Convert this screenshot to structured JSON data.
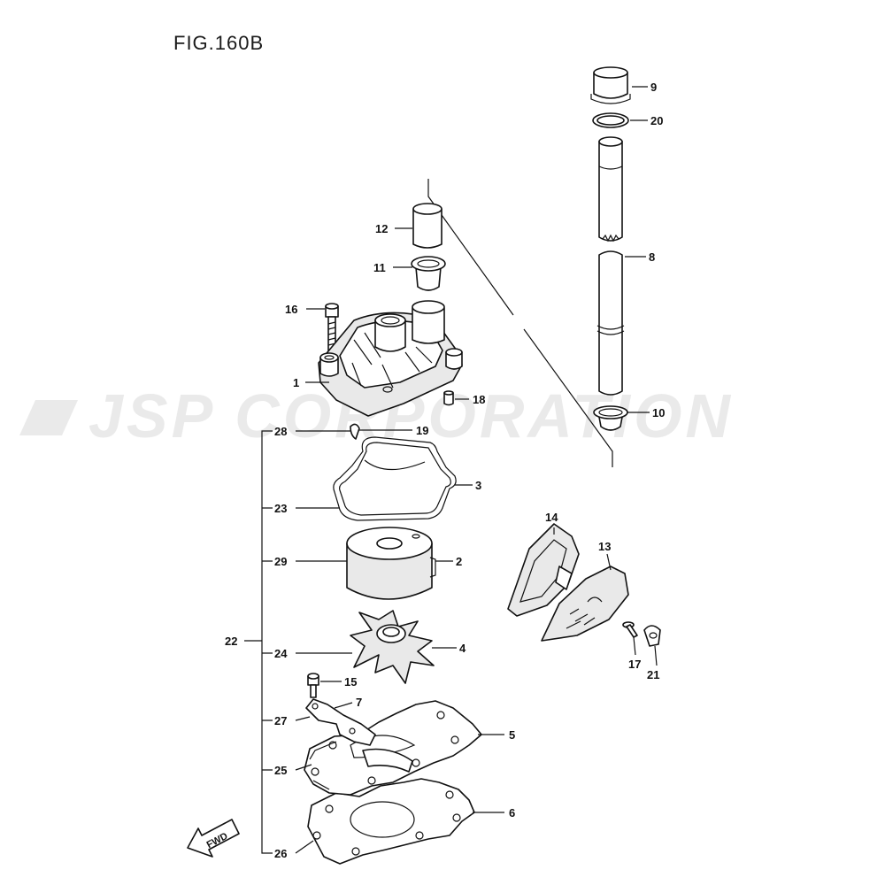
{
  "figure": {
    "title": "FIG.160B"
  },
  "watermark": {
    "text": "JSP CORPORATION",
    "color": "#d9d9d9"
  },
  "fwd_label": "FWD",
  "callouts": {
    "p1": "1",
    "p2": "2",
    "p3": "3",
    "p4": "4",
    "p5": "5",
    "p6": "6",
    "p7": "7",
    "p8": "8",
    "p9": "9",
    "p10": "10",
    "p11": "11",
    "p12": "12",
    "p13": "13",
    "p14": "14",
    "p15": "15",
    "p16": "16",
    "p17": "17",
    "p18": "18",
    "p19": "19",
    "p20": "20",
    "p21": "21",
    "p22": "22",
    "p23": "23",
    "p24": "24",
    "p25": "25",
    "p26": "26",
    "p27": "27",
    "p28": "28",
    "p29": "29"
  },
  "colors": {
    "line": "#111111",
    "background": "#ffffff"
  }
}
